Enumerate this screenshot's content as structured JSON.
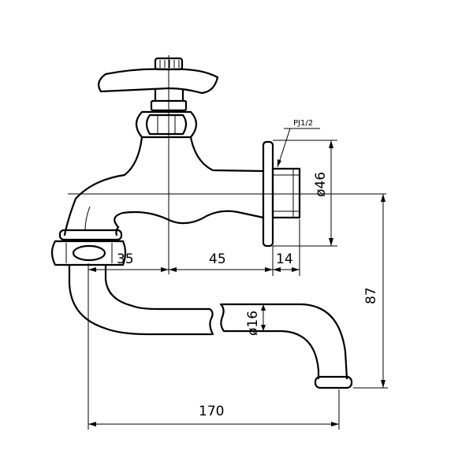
{
  "drawing": {
    "subject": "wall-mounted faucet",
    "thread_note": "PJ1/2",
    "dimensions": {
      "d35": "35",
      "d45": "45",
      "d14": "14",
      "d87": "87",
      "d170": "170",
      "dia46": "ø46",
      "dia16": "ø16"
    }
  }
}
